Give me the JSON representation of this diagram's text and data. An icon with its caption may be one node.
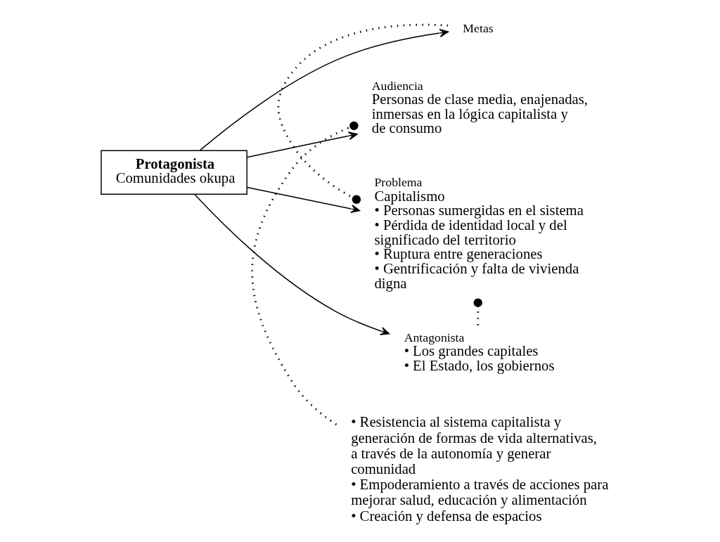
{
  "diagram": {
    "nodes": [
      {
        "text": [
          "Protagonista",
          "Comunidades okupa"
        ]
      },
      {
        "text": [
          "Metas"
        ]
      },
      {
        "text": [
          "• Resistencia al sistema capitalista y generación de formas de vida alternativas, a través de la autonomía y generar comunidad",
          "• Empoderamiento a través de acciones para mejorar salud, educación y alimentación",
          "• Creación y defensa de espacios"
        ]
      },
      {
        "text": [
          "Audiencia",
          "Personas de clase media, enajenadas, inmersas en la lógica capitalista y de consumo"
        ]
      },
      {
        "text": [
          "Problema",
          "Capitalismo",
          "• Personas sumergidas en el sistema",
          "• Pérdida de identidad local y del significado del territorio",
          "• Ruptura entre generaciones",
          "• Gentrificación y falta de vivienda digna"
        ]
      },
      {
        "text": [
          "Antagonista",
          "• Los grandes capitales",
          "• El Estado, los gobiernos"
        ]
      }
    ],
    "edges": [
      {
        "from": 0,
        "to": 1,
        "arrow": "to"
      },
      {
        "from": 0,
        "to": 3,
        "arrow": "to"
      },
      {
        "from": 0,
        "to": 4,
        "arrow": "to"
      },
      {
        "from": 0,
        "to": 5,
        "arrow": "to"
      },
      {
        "from": 1,
        "to": 4,
        "arrow": "other",
        "style": "dashed"
      },
      {
        "from": 2,
        "to": 3,
        "arrow": "other",
        "style": "dashed"
      },
      {
        "from": 5,
        "to": 4,
        "arrow": "other",
        "style": "dashed"
      }
    ]
  }
}
